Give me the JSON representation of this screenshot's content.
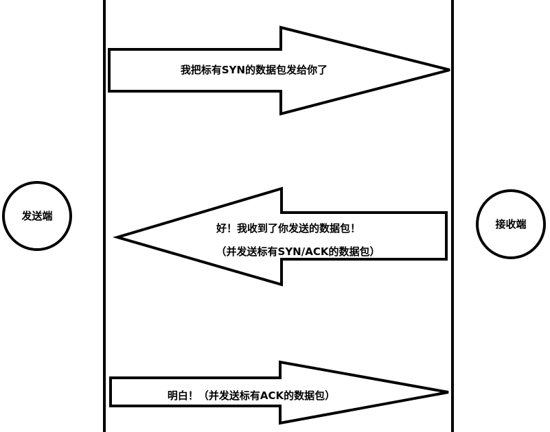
{
  "endpoints": {
    "sender": "发送端",
    "receiver": "接收端"
  },
  "messages": [
    {
      "direction": "right",
      "lines": [
        "我把标有SYN的数据包发给你了"
      ]
    },
    {
      "direction": "left",
      "lines": [
        "好！我收到了你发送的数据包！",
        "（并发送标有SYN/ACK的数据包）"
      ]
    },
    {
      "direction": "right",
      "lines": [
        "明白！（并发送标有ACK的数据包）"
      ]
    }
  ]
}
